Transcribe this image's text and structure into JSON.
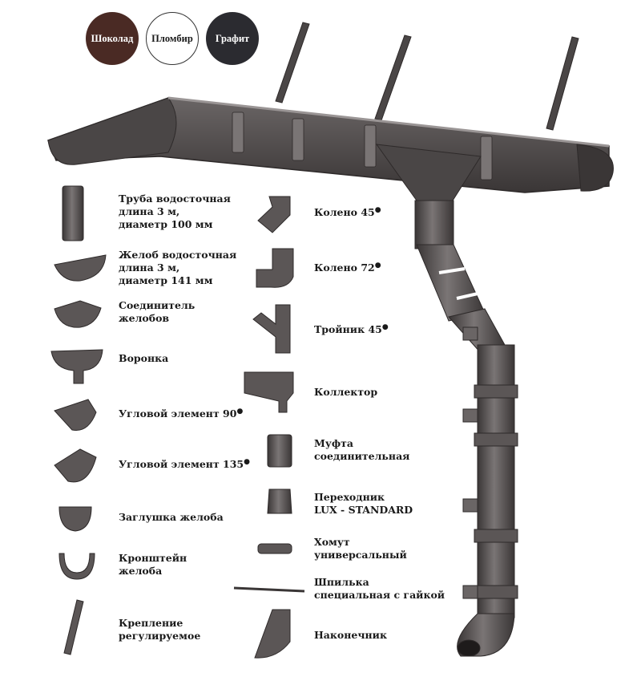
{
  "colors": {
    "chocolate": "#4a2a24",
    "plombir": "#ffffff",
    "graphite": "#2b2b30",
    "gutter_body": "#5b5656",
    "gutter_dark": "#3a3636",
    "gutter_light": "#8a8585"
  },
  "swatches": [
    {
      "label": "Шоколад"
    },
    {
      "label": "Пломбир"
    },
    {
      "label": "Графит"
    }
  ],
  "items_left": [
    {
      "label": "Труба водосточная\nдлина 3 м,\nдиаметр 100 мм",
      "icon": "downpipe-icon"
    },
    {
      "label": "Желоб водосточная\nдлина 3 м,\nдиаметр 141 мм",
      "icon": "gutter-icon"
    },
    {
      "label": "Соединитель\nжелобов",
      "icon": "gutter-connector-icon"
    },
    {
      "label": "Воронка",
      "icon": "funnel-icon"
    },
    {
      "label": "Угловой элемент 90",
      "icon": "corner-90-icon",
      "degree": "●"
    },
    {
      "label": "Угловой элемент 135",
      "icon": "corner-135-icon",
      "degree": "●"
    },
    {
      "label": "Заглушка желоба",
      "icon": "gutter-cap-icon"
    },
    {
      "label": "Кронштейн\nжелоба",
      "icon": "bracket-icon"
    },
    {
      "label": "Крепление\nрегулируемое",
      "icon": "adjustable-mount-icon"
    }
  ],
  "items_right": [
    {
      "label": "Колено 45",
      "icon": "elbow-45-icon",
      "degree": "●"
    },
    {
      "label": "Колено 72",
      "icon": "elbow-72-icon",
      "degree": "●"
    },
    {
      "label": "Тройник 45",
      "icon": "tee-45-icon",
      "degree": "●"
    },
    {
      "label": "Коллектор",
      "icon": "collector-icon"
    },
    {
      "label": "Муфта\nсоединительная",
      "icon": "coupling-icon"
    },
    {
      "label": "Переходник\nLUX - STANDARD",
      "icon": "adapter-icon"
    },
    {
      "label": "Хомут\nуниверсальный",
      "icon": "clamp-icon"
    },
    {
      "label": "Шпилька\nспециальная с гайкой",
      "icon": "stud-icon"
    },
    {
      "label": "Наконечник",
      "icon": "outlet-icon"
    }
  ]
}
